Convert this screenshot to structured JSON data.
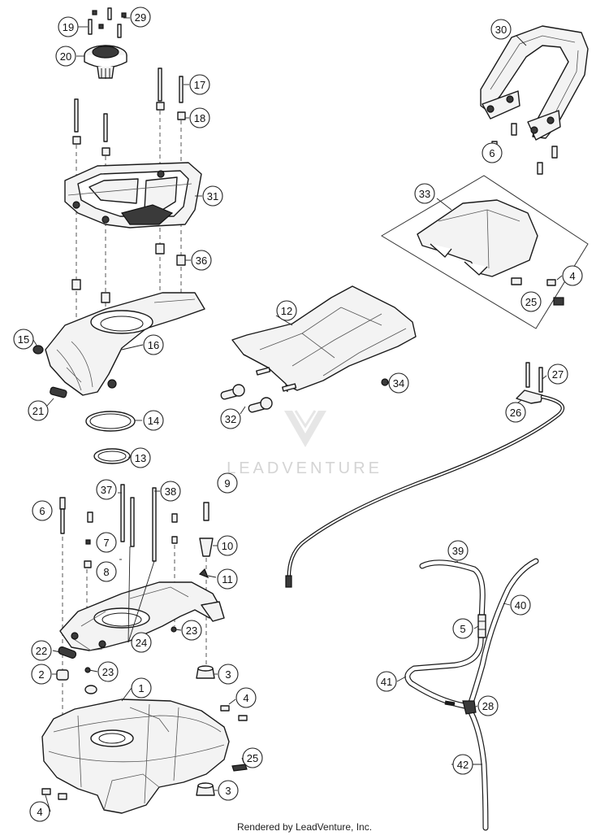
{
  "diagram": {
    "brand_watermark": "LEADVENTURE",
    "footer": "Rendered by LeadVenture, Inc.",
    "callouts": [
      {
        "key": "c19",
        "label": "19"
      },
      {
        "key": "c29",
        "label": "29"
      },
      {
        "key": "c20",
        "label": "20"
      },
      {
        "key": "c17",
        "label": "17"
      },
      {
        "key": "c18",
        "label": "18"
      },
      {
        "key": "c31",
        "label": "31"
      },
      {
        "key": "c36",
        "label": "36"
      },
      {
        "key": "c15",
        "label": "15"
      },
      {
        "key": "c16",
        "label": "16"
      },
      {
        "key": "c21",
        "label": "21"
      },
      {
        "key": "c14",
        "label": "14"
      },
      {
        "key": "c13",
        "label": "13"
      },
      {
        "key": "c30",
        "label": "30"
      },
      {
        "key": "c6a",
        "label": "6"
      },
      {
        "key": "c33",
        "label": "33"
      },
      {
        "key": "c4a",
        "label": "4"
      },
      {
        "key": "c25a",
        "label": "25"
      },
      {
        "key": "c12",
        "label": "12"
      },
      {
        "key": "c34",
        "label": "34"
      },
      {
        "key": "c32",
        "label": "32"
      },
      {
        "key": "c27",
        "label": "27"
      },
      {
        "key": "c26",
        "label": "26"
      },
      {
        "key": "c37",
        "label": "37"
      },
      {
        "key": "c38",
        "label": "38"
      },
      {
        "key": "c9",
        "label": "9"
      },
      {
        "key": "c6b",
        "label": "6"
      },
      {
        "key": "c7",
        "label": "7"
      },
      {
        "key": "c8",
        "label": "8"
      },
      {
        "key": "c10",
        "label": "10"
      },
      {
        "key": "c11",
        "label": "11"
      },
      {
        "key": "c23a",
        "label": "23"
      },
      {
        "key": "c24",
        "label": "24"
      },
      {
        "key": "c22",
        "label": "22"
      },
      {
        "key": "c2",
        "label": "2"
      },
      {
        "key": "c23b",
        "label": "23"
      },
      {
        "key": "c3a",
        "label": "3"
      },
      {
        "key": "c1",
        "label": "1"
      },
      {
        "key": "c4b",
        "label": "4"
      },
      {
        "key": "c25b",
        "label": "25"
      },
      {
        "key": "c3b",
        "label": "3"
      },
      {
        "key": "c4c",
        "label": "4"
      },
      {
        "key": "c39",
        "label": "39"
      },
      {
        "key": "c40",
        "label": "40"
      },
      {
        "key": "c5",
        "label": "5"
      },
      {
        "key": "c41",
        "label": "41"
      },
      {
        "key": "c28",
        "label": "28"
      },
      {
        "key": "c42",
        "label": "42"
      }
    ]
  }
}
